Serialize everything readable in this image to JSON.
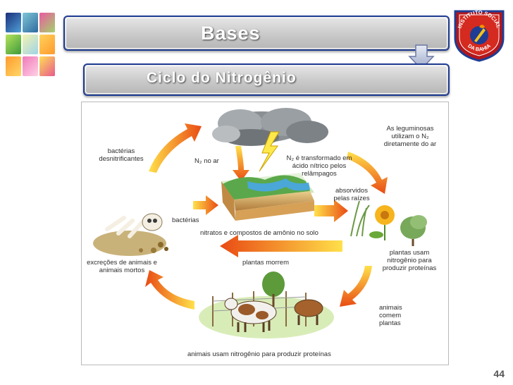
{
  "header": {
    "title": "Bases",
    "subtitle": "Ciclo do Nitrogênio"
  },
  "logo": {
    "text_top": "INSTITUTO SOCIAL",
    "text_bottom": "DA BAHIA"
  },
  "diagram": {
    "labels": {
      "bacterias_desnitrificantes": "bactérias desnitrificantes",
      "n2_no_ar": "N₂ no ar",
      "n2_transformado": "N₂ é transformado em ácido nítrico pelos relâmpagos",
      "leguminosas": "As leguminosas utilizam o N₂ diretamente do ar",
      "absorvidos": "absorvidos pelas raízes",
      "bacterias": "bactérias",
      "nitratos": "nitratos e compostos de amônio no solo",
      "plantas_usam": "plantas usam nitrogênio para produzir proteínas",
      "plantas_morrem": "plantas morrem",
      "excrecoes": "excreções de animais e animais mortos",
      "animais_comem": "animais comem plantas",
      "animais_usam": "animais usam nitrogênio para produzir proteínas"
    }
  },
  "footer": {
    "page_number": "44"
  }
}
